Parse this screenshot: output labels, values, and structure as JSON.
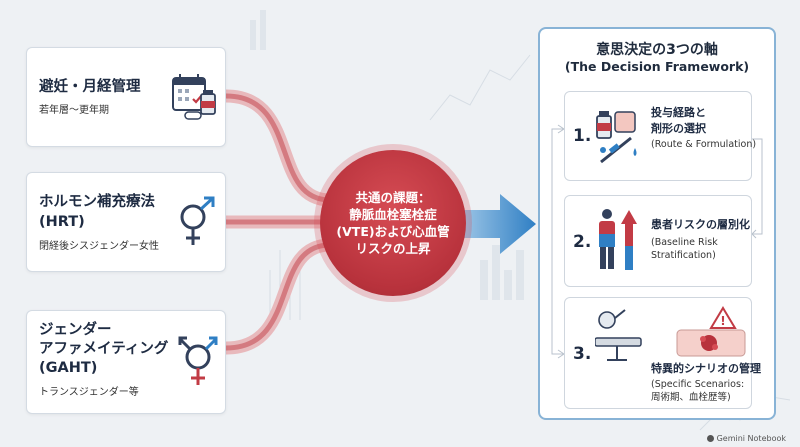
{
  "inputs": [
    {
      "title": "避妊・月経管理",
      "subtitle": "若年層〜更年期",
      "icon": "calendar-pill-icon"
    },
    {
      "title": "ホルモン補充療法",
      "title2": "(HRT)",
      "subtitle": "閉経後シスジェンダー女性",
      "icon": "female-male-symbol-icon"
    },
    {
      "title": "ジェンダー",
      "title2": "アファメイティング",
      "title3": "(GAHT)",
      "subtitle": "トランスジェンダー等",
      "icon": "transgender-symbol-icon"
    }
  ],
  "hub": {
    "lines": [
      "共通の課題：",
      "静脈血栓塞栓症",
      "(VTE)および心血管",
      "リスクの上昇"
    ],
    "color": "#c23b45"
  },
  "framework": {
    "title": "意思決定の3つの軸",
    "subtitle": "(The Decision Framework)",
    "steps": [
      {
        "num": "1.",
        "title_a": "投与経路と",
        "title_b": "剤形の選択",
        "sub_a": "(Route & Formulation)",
        "icon": "medication-route-icon"
      },
      {
        "num": "2.",
        "title_a": "患者リスクの層別化",
        "sub_a": "(Baseline Risk",
        "sub_b": "Stratification)",
        "icon": "patient-risk-icon"
      },
      {
        "num": "3.",
        "title_a": "特異的シナリオの管理",
        "sub_a": "(Specific Scenarios:",
        "sub_b": "周術期、血栓歴等)",
        "icon": "surgery-clot-icon"
      }
    ],
    "border_color": "#88b3d6"
  },
  "credit": "Gemini Notebook",
  "colors": {
    "flow": "#d47a80",
    "arrow": "#2f7fc4",
    "accent": "#1e2b42"
  }
}
